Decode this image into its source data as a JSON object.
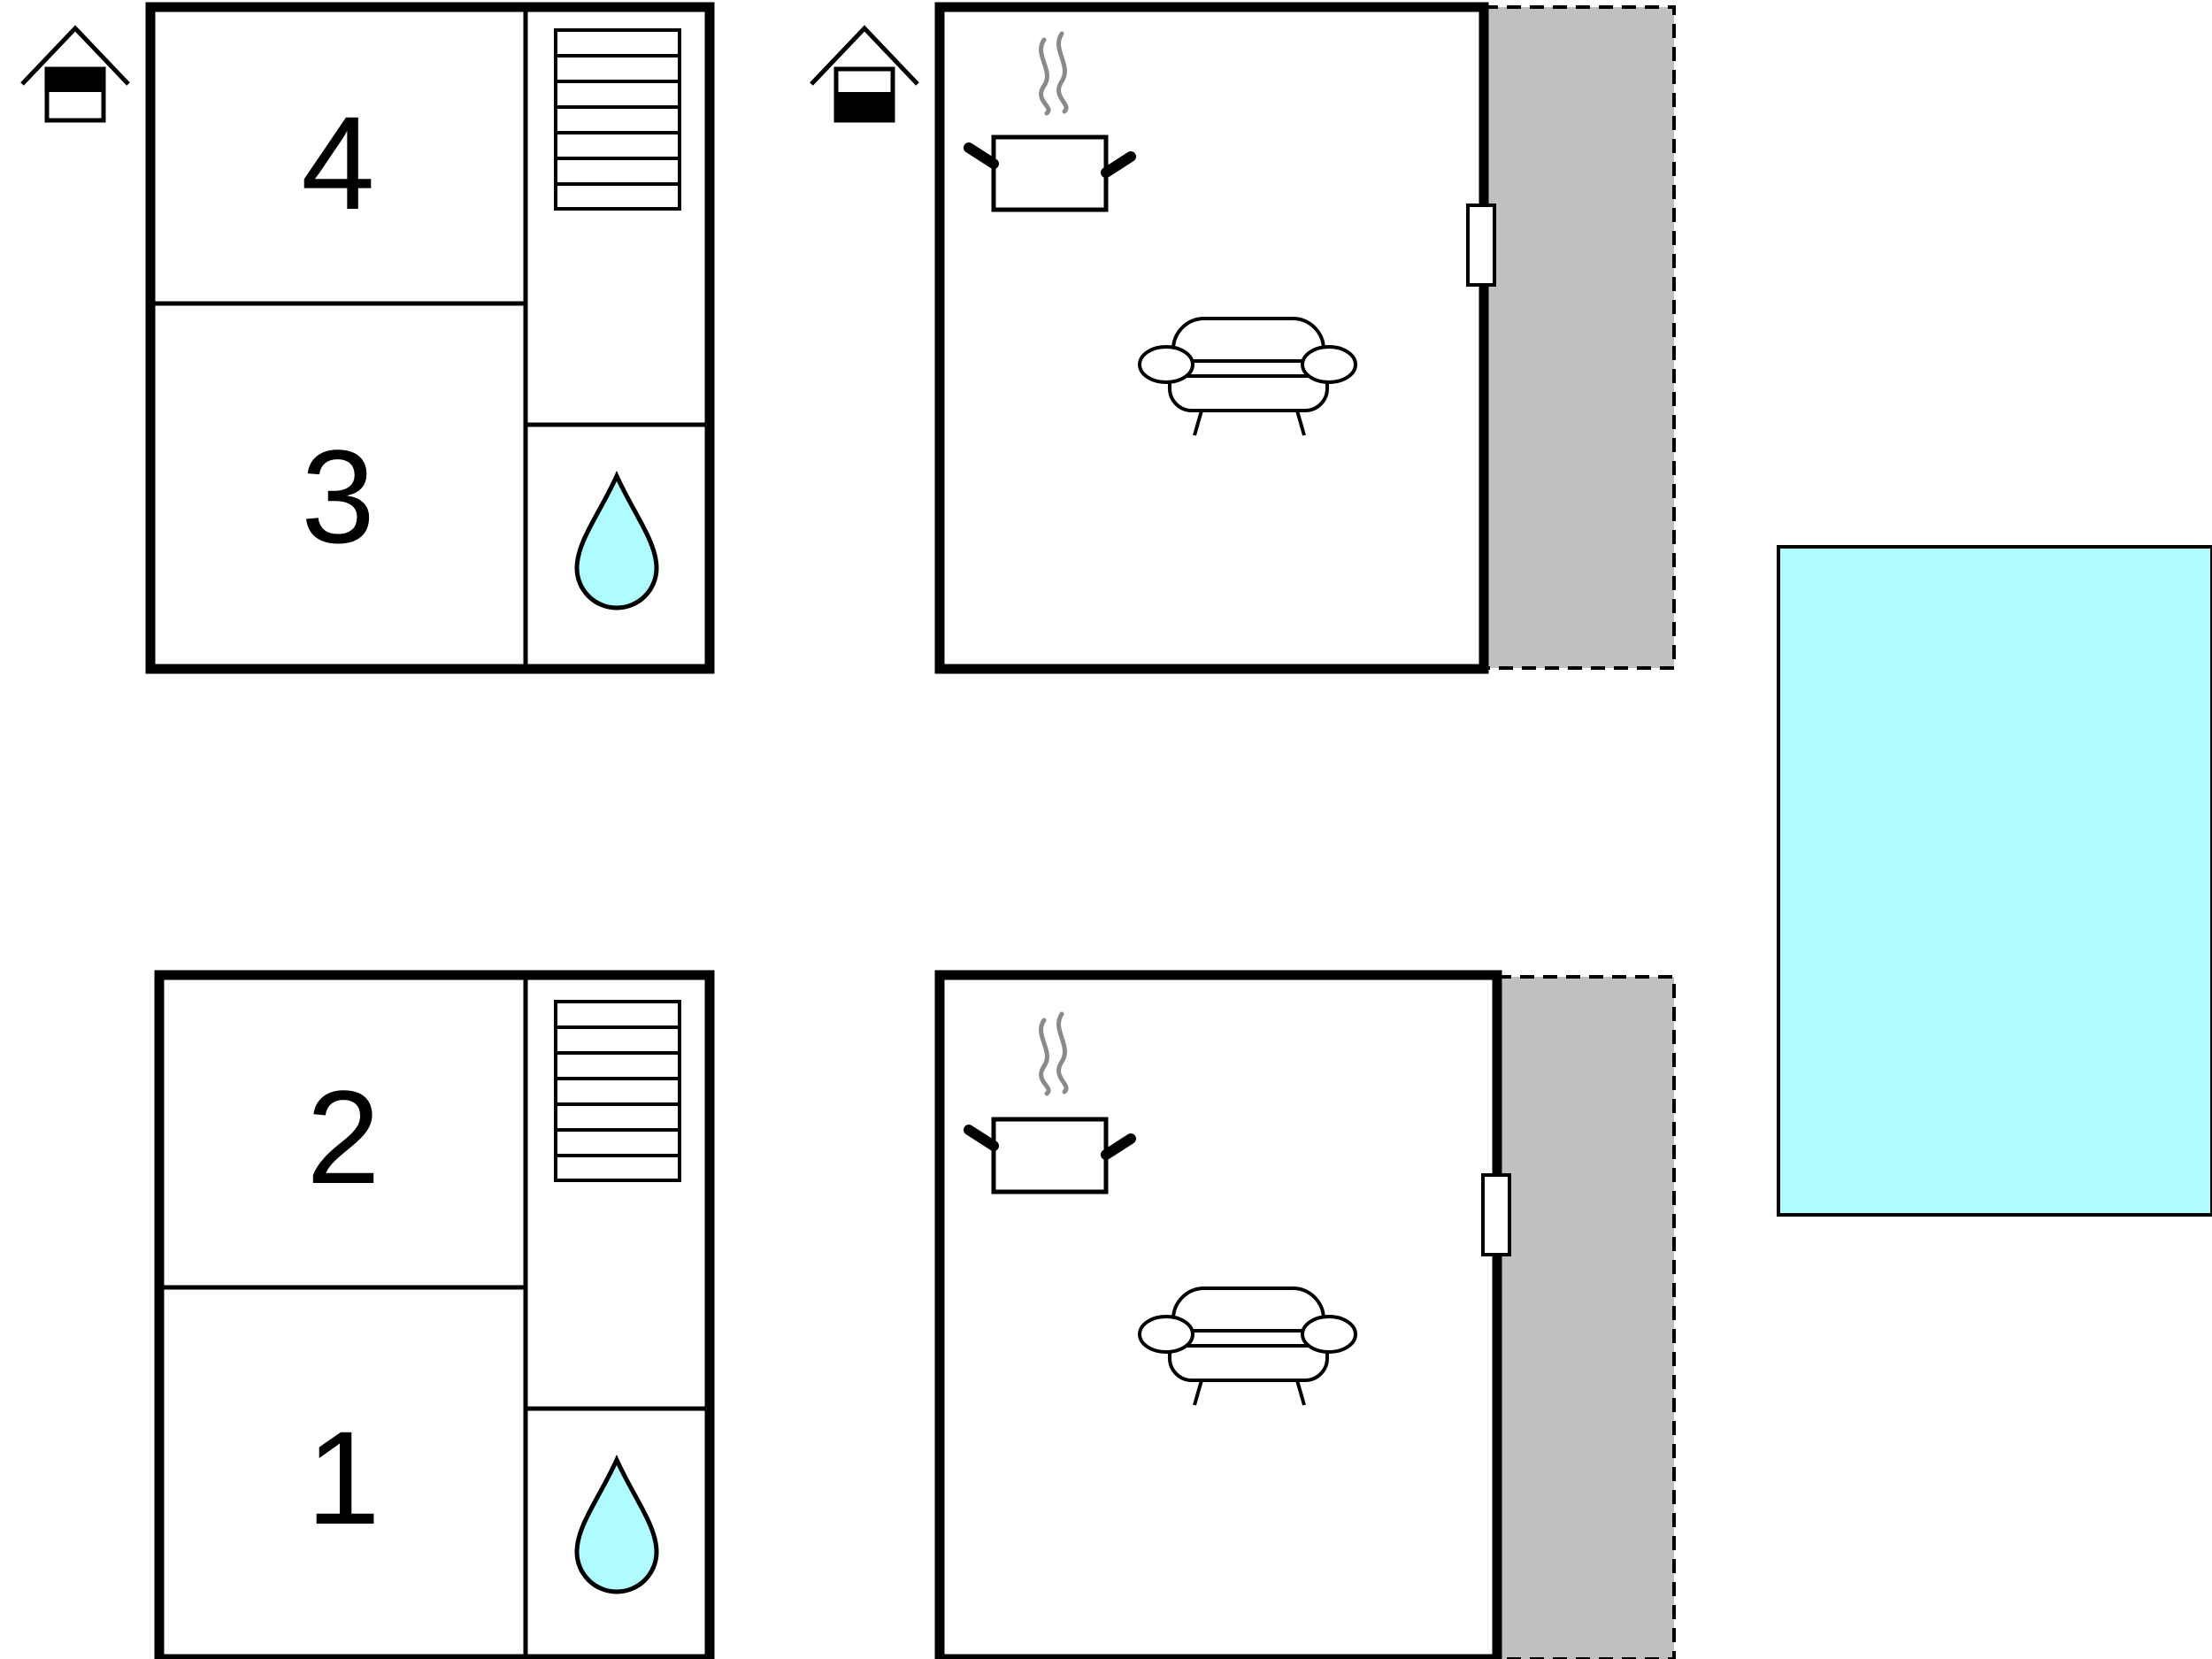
{
  "diagram_type": "floor-plan",
  "rooms": {
    "bedroom_1": "1",
    "bedroom_2": "2",
    "bedroom_3": "3",
    "bedroom_4": "4"
  },
  "icons": {
    "floor_indicator": "house-floor-icon",
    "stairs": "stairs-icon",
    "bathroom": "water-drop-icon",
    "kitchen": "cooking-pot-icon",
    "living": "sofa-icon",
    "door": "door-icon",
    "terrace": "terrace-area",
    "pool": "pool-area"
  },
  "colors": {
    "wall": "#000000",
    "water": "#aefcff",
    "terrace": "#c0c0c0",
    "steam": "#8a8a8a",
    "background": "#ffffff"
  }
}
